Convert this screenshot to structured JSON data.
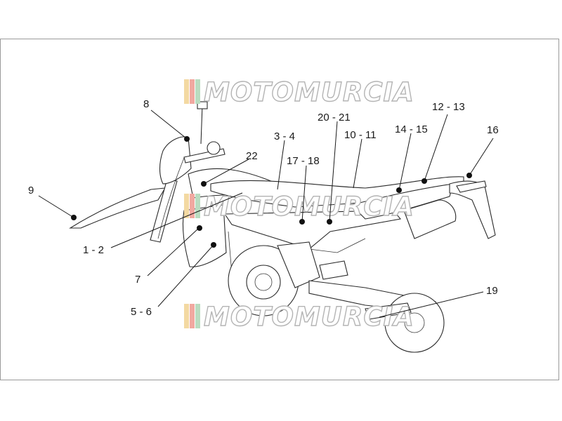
{
  "diagram": {
    "watermark": "MOTOMURCIA",
    "callouts": [
      {
        "id": "c9",
        "text": "9"
      },
      {
        "id": "c8",
        "text": "8"
      },
      {
        "id": "c22",
        "text": "22"
      },
      {
        "id": "c1",
        "text": "1 - 2"
      },
      {
        "id": "c7",
        "text": "7"
      },
      {
        "id": "c5",
        "text": "5 - 6"
      },
      {
        "id": "c3",
        "text": "3 - 4"
      },
      {
        "id": "c17",
        "text": "17 - 18"
      },
      {
        "id": "c20",
        "text": "20 - 21"
      },
      {
        "id": "c10",
        "text": "10 - 11"
      },
      {
        "id": "c14",
        "text": "14 - 15"
      },
      {
        "id": "c12",
        "text": "12 - 13"
      },
      {
        "id": "c16",
        "text": "16"
      },
      {
        "id": "c19",
        "text": "19"
      }
    ]
  }
}
